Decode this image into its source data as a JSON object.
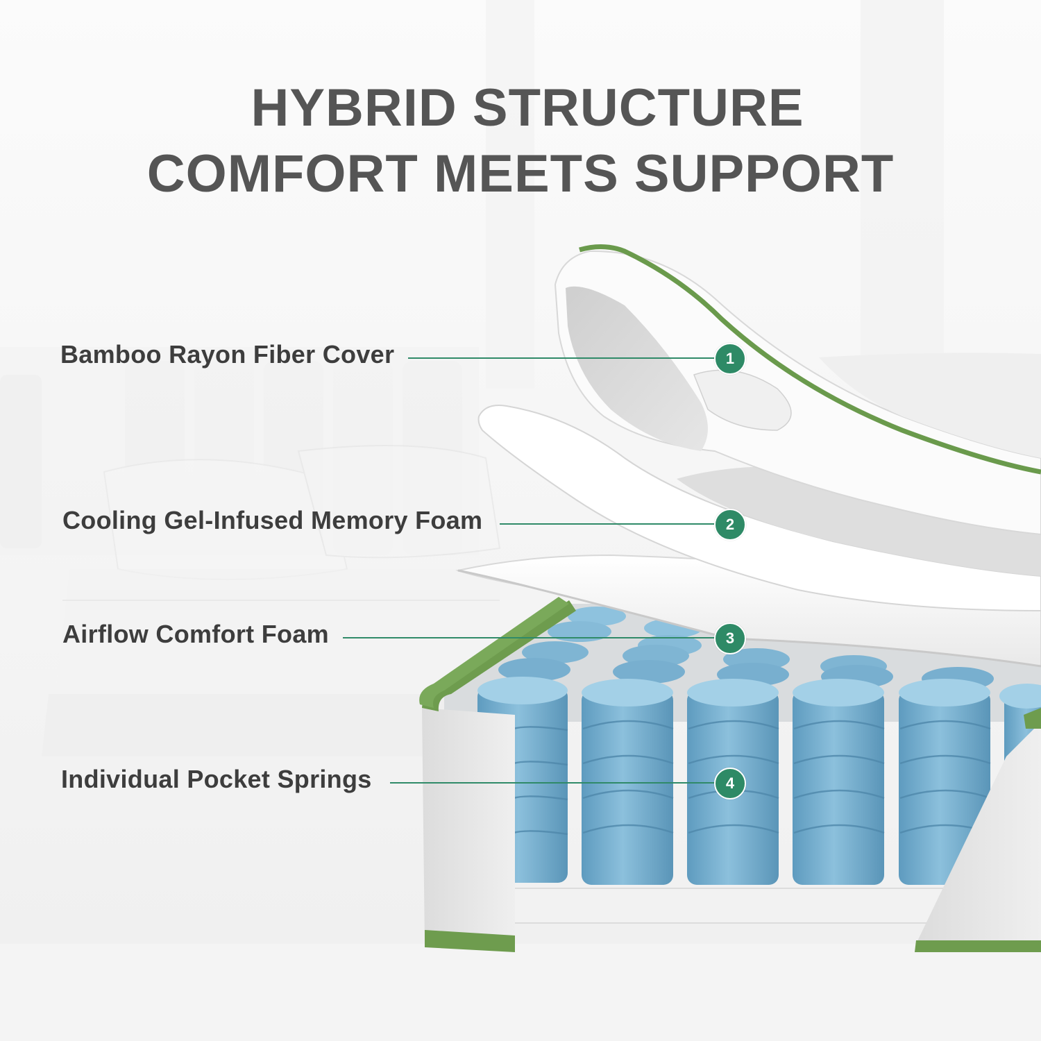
{
  "headline": {
    "line1": "HYBRID STRUCTURE",
    "line2": "COMFORT MEETS SUPPORT"
  },
  "layers": [
    {
      "number": "1",
      "label": "Bamboo Rayon Fiber Cover"
    },
    {
      "number": "2",
      "label": "Cooling Gel-Infused Memory Foam"
    },
    {
      "number": "3",
      "label": "Airflow Comfort Foam"
    },
    {
      "number": "4",
      "label": "Individual Pocket Springs"
    }
  ],
  "colors": {
    "accent_green": "#2e8a66",
    "trim_green": "#6a9a4c",
    "spring_blue": "#6aa6c8",
    "headline_gray": "#555555",
    "label_gray": "#3d3d3d"
  }
}
